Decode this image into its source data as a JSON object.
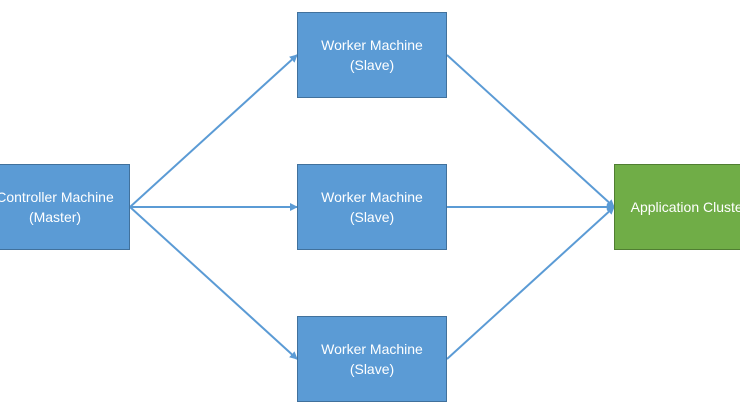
{
  "nodes": {
    "controller": {
      "line1": "Controller Machine",
      "line2": "(Master)"
    },
    "worker_top": {
      "line1": "Worker Machine",
      "line2": "(Slave)"
    },
    "worker_middle": {
      "line1": "Worker Machine",
      "line2": "(Slave)"
    },
    "worker_bottom": {
      "line1": "Worker Machine",
      "line2": "(Slave)"
    },
    "application_cluster": {
      "line1": "Application Cluster"
    }
  },
  "colors": {
    "node_fill": "#5b9bd5",
    "node_border": "#41719c",
    "target_fill": "#70ad47",
    "target_border": "#507e32",
    "connector": "#5b9bd5",
    "text": "#ffffff"
  },
  "edges": [
    {
      "from": "controller",
      "to": "worker_top"
    },
    {
      "from": "controller",
      "to": "worker_middle"
    },
    {
      "from": "controller",
      "to": "worker_bottom"
    },
    {
      "from": "worker_top",
      "to": "application_cluster"
    },
    {
      "from": "worker_middle",
      "to": "application_cluster"
    },
    {
      "from": "worker_bottom",
      "to": "application_cluster"
    }
  ]
}
